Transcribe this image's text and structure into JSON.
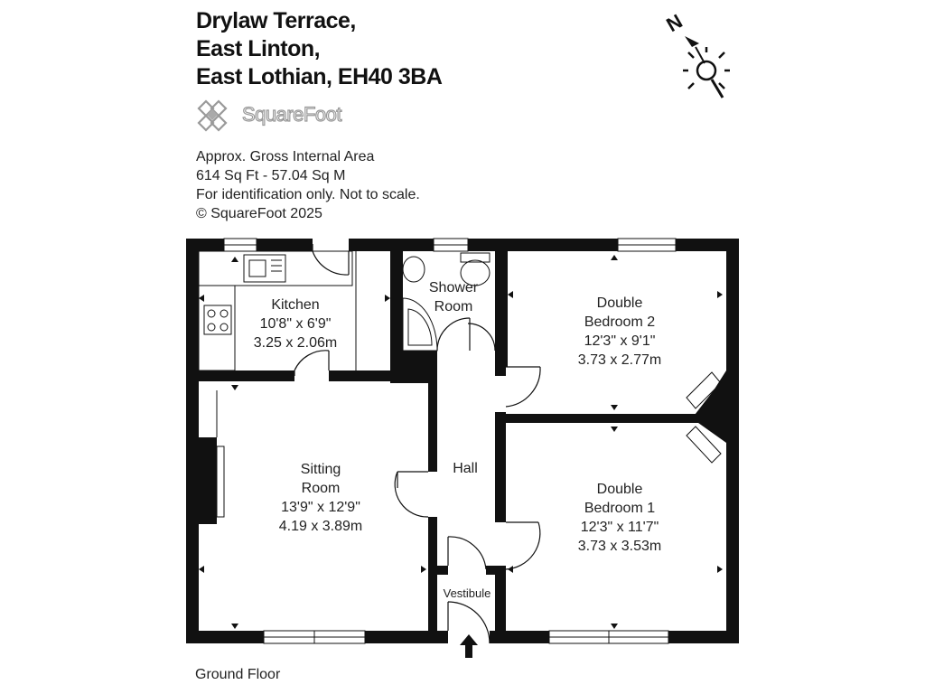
{
  "address": {
    "line1": "Drylaw Terrace,",
    "line2": "East Linton,",
    "line3": "East Lothian, EH40 3BA"
  },
  "logo": {
    "text": "SquareFoot"
  },
  "area_info": {
    "line1": "Approx. Gross Internal Area",
    "line2": "614 Sq Ft  -  57.04 Sq M",
    "line3": "For identification only. Not to scale.",
    "line4": "© SquareFoot 2025"
  },
  "compass": {
    "label": "N"
  },
  "rooms": {
    "kitchen": {
      "name": "Kitchen",
      "imperial": "10'8\" x 6'9\"",
      "metric": "3.25 x 2.06m"
    },
    "shower_room": {
      "name_line1": "Shower",
      "name_line2": "Room"
    },
    "bedroom2": {
      "name_line1": "Double",
      "name_line2": "Bedroom 2",
      "imperial": "12'3\" x 9'1\"",
      "metric": "3.73 x 2.77m"
    },
    "sitting_room": {
      "name_line1": "Sitting",
      "name_line2": "Room",
      "imperial": "13'9\" x 12'9\"",
      "metric": "4.19 x 3.89m"
    },
    "hall": {
      "name": "Hall"
    },
    "bedroom1": {
      "name_line1": "Double",
      "name_line2": "Bedroom 1",
      "imperial": "12'3\" x 11'7\"",
      "metric": "3.73 x 3.53m"
    },
    "vestibule": {
      "name": "Vestibule"
    }
  },
  "floor": {
    "label": "Ground Floor"
  }
}
